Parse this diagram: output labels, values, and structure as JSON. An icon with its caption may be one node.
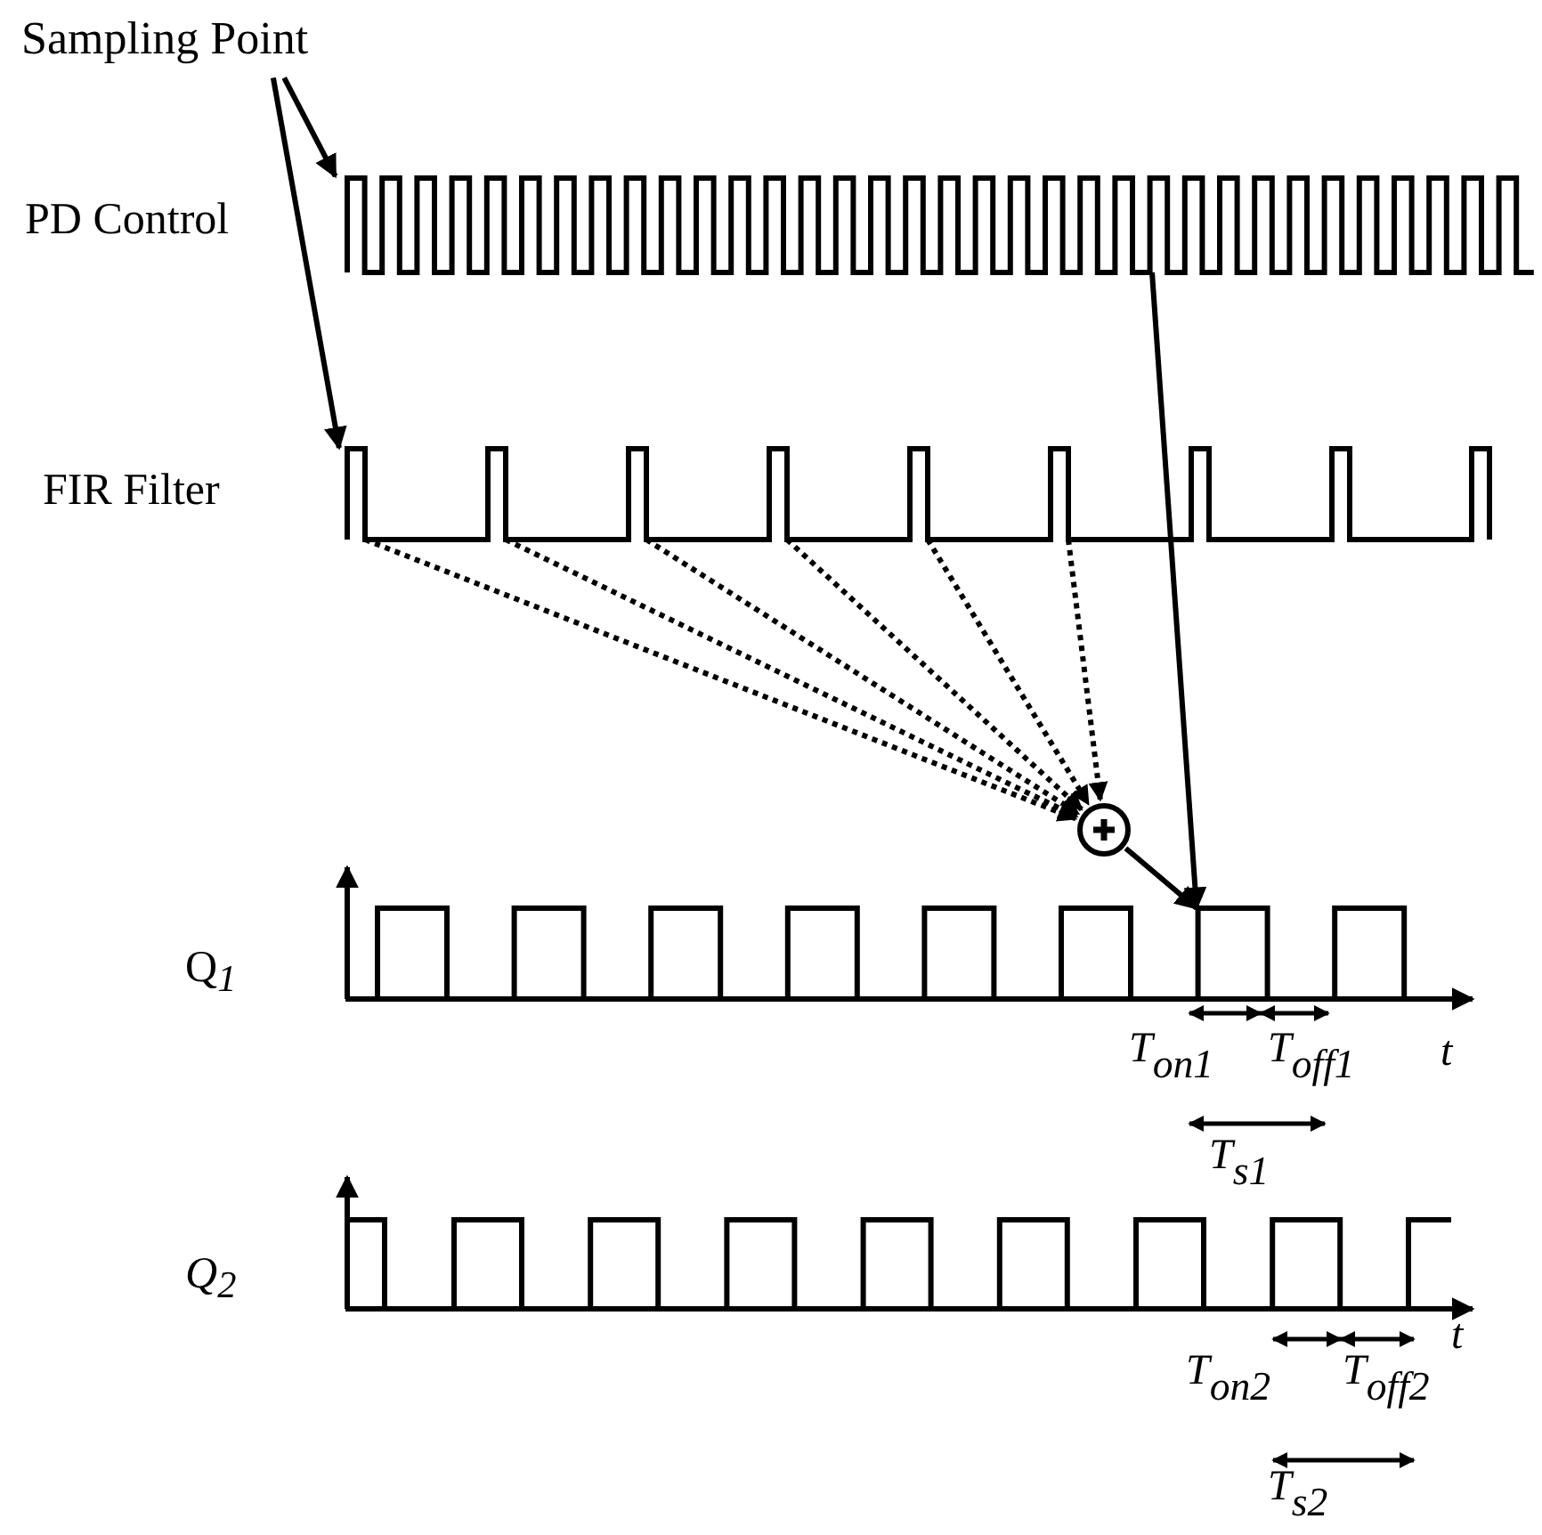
{
  "diagram": {
    "nodes": [
      {
        "text": [
          "Sampling Point"
        ]
      },
      {
        "text": [],
        "shape": "waveform",
        "beside": [
          "PD Control"
        ]
      },
      {
        "text": [],
        "shape": "waveform",
        "beside": [
          "FIR Filter"
        ]
      },
      {
        "text": [],
        "shape": "circle"
      },
      {
        "text": [],
        "shape": "waveform",
        "beside": [
          "Q$_{1}$"
        ]
      },
      {
        "text": [],
        "shape": "waveform",
        "beside": [
          "Q$_{2}$"
        ]
      }
    ],
    "edges": [
      {
        "from": 0,
        "to": 1,
        "arrow": "to"
      },
      {
        "from": 0,
        "to": 2,
        "arrow": "to"
      },
      {
        "from": 2,
        "to": 3,
        "arrow": "to",
        "style": "dashed"
      },
      {
        "from": 2,
        "to": 3,
        "arrow": "to",
        "style": "dashed"
      },
      {
        "from": 2,
        "to": 3,
        "arrow": "to",
        "style": "dashed"
      },
      {
        "from": 2,
        "to": 3,
        "arrow": "to",
        "style": "dashed"
      },
      {
        "from": 2,
        "to": 3,
        "arrow": "to",
        "style": "dashed"
      },
      {
        "from": 2,
        "to": 3,
        "arrow": "to",
        "style": "dashed"
      },
      {
        "from": 1,
        "to": 4,
        "arrow": "to"
      },
      {
        "from": 3,
        "to": 4,
        "arrow": "to"
      }
    ],
    "labels": [
      "T$_{on1}$",
      "T$_{off1}$",
      "t",
      "T$_{s1}$",
      "T$_{on2}$",
      "T$_{off2}$",
      "t",
      "T$_{s2}$"
    ]
  }
}
